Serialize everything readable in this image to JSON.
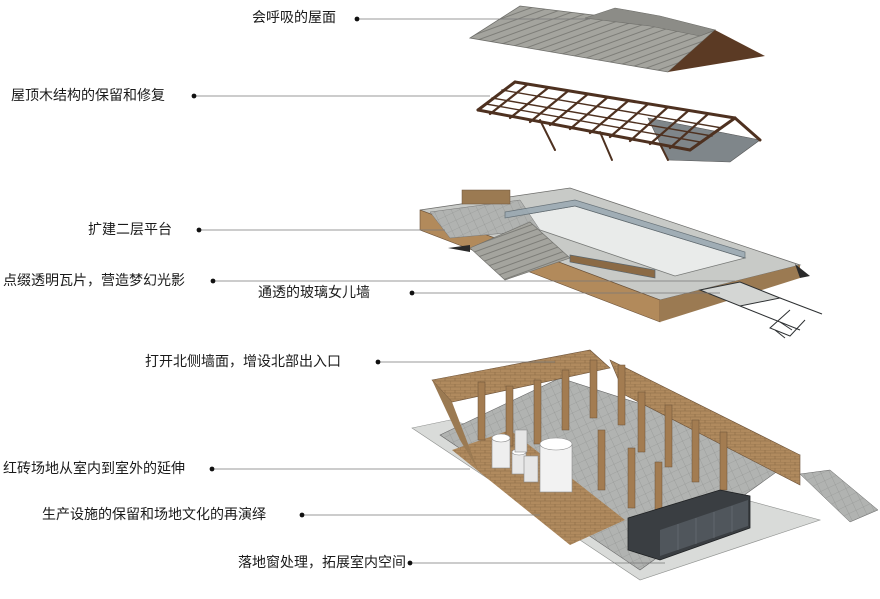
{
  "callouts": [
    {
      "id": "roof",
      "text": "会呼吸的屋面"
    },
    {
      "id": "timber",
      "text": "屋顶木结构的保留和修复"
    },
    {
      "id": "platform",
      "text": "扩建二层平台"
    },
    {
      "id": "tiles",
      "text": "点缀透明瓦片，营造梦幻光影"
    },
    {
      "id": "parapet",
      "text": "通透的玻璃女儿墙"
    },
    {
      "id": "north",
      "text": "打开北侧墙面，增设北部出入口"
    },
    {
      "id": "brick",
      "text": "红砖场地从室内到室外的延伸"
    },
    {
      "id": "facilities",
      "text": "生产设施的保留和场地文化的再演绎"
    },
    {
      "id": "window",
      "text": "落地窗处理，拓展室内空间"
    }
  ],
  "colors": {
    "roof_tile": "#9a9a94",
    "timber": "#5a3a26",
    "brick": "#a9865c",
    "concrete": "#c9ccc9",
    "glass": "#8fa3b0",
    "steel": "#3c3f42",
    "leader": "#666666"
  }
}
